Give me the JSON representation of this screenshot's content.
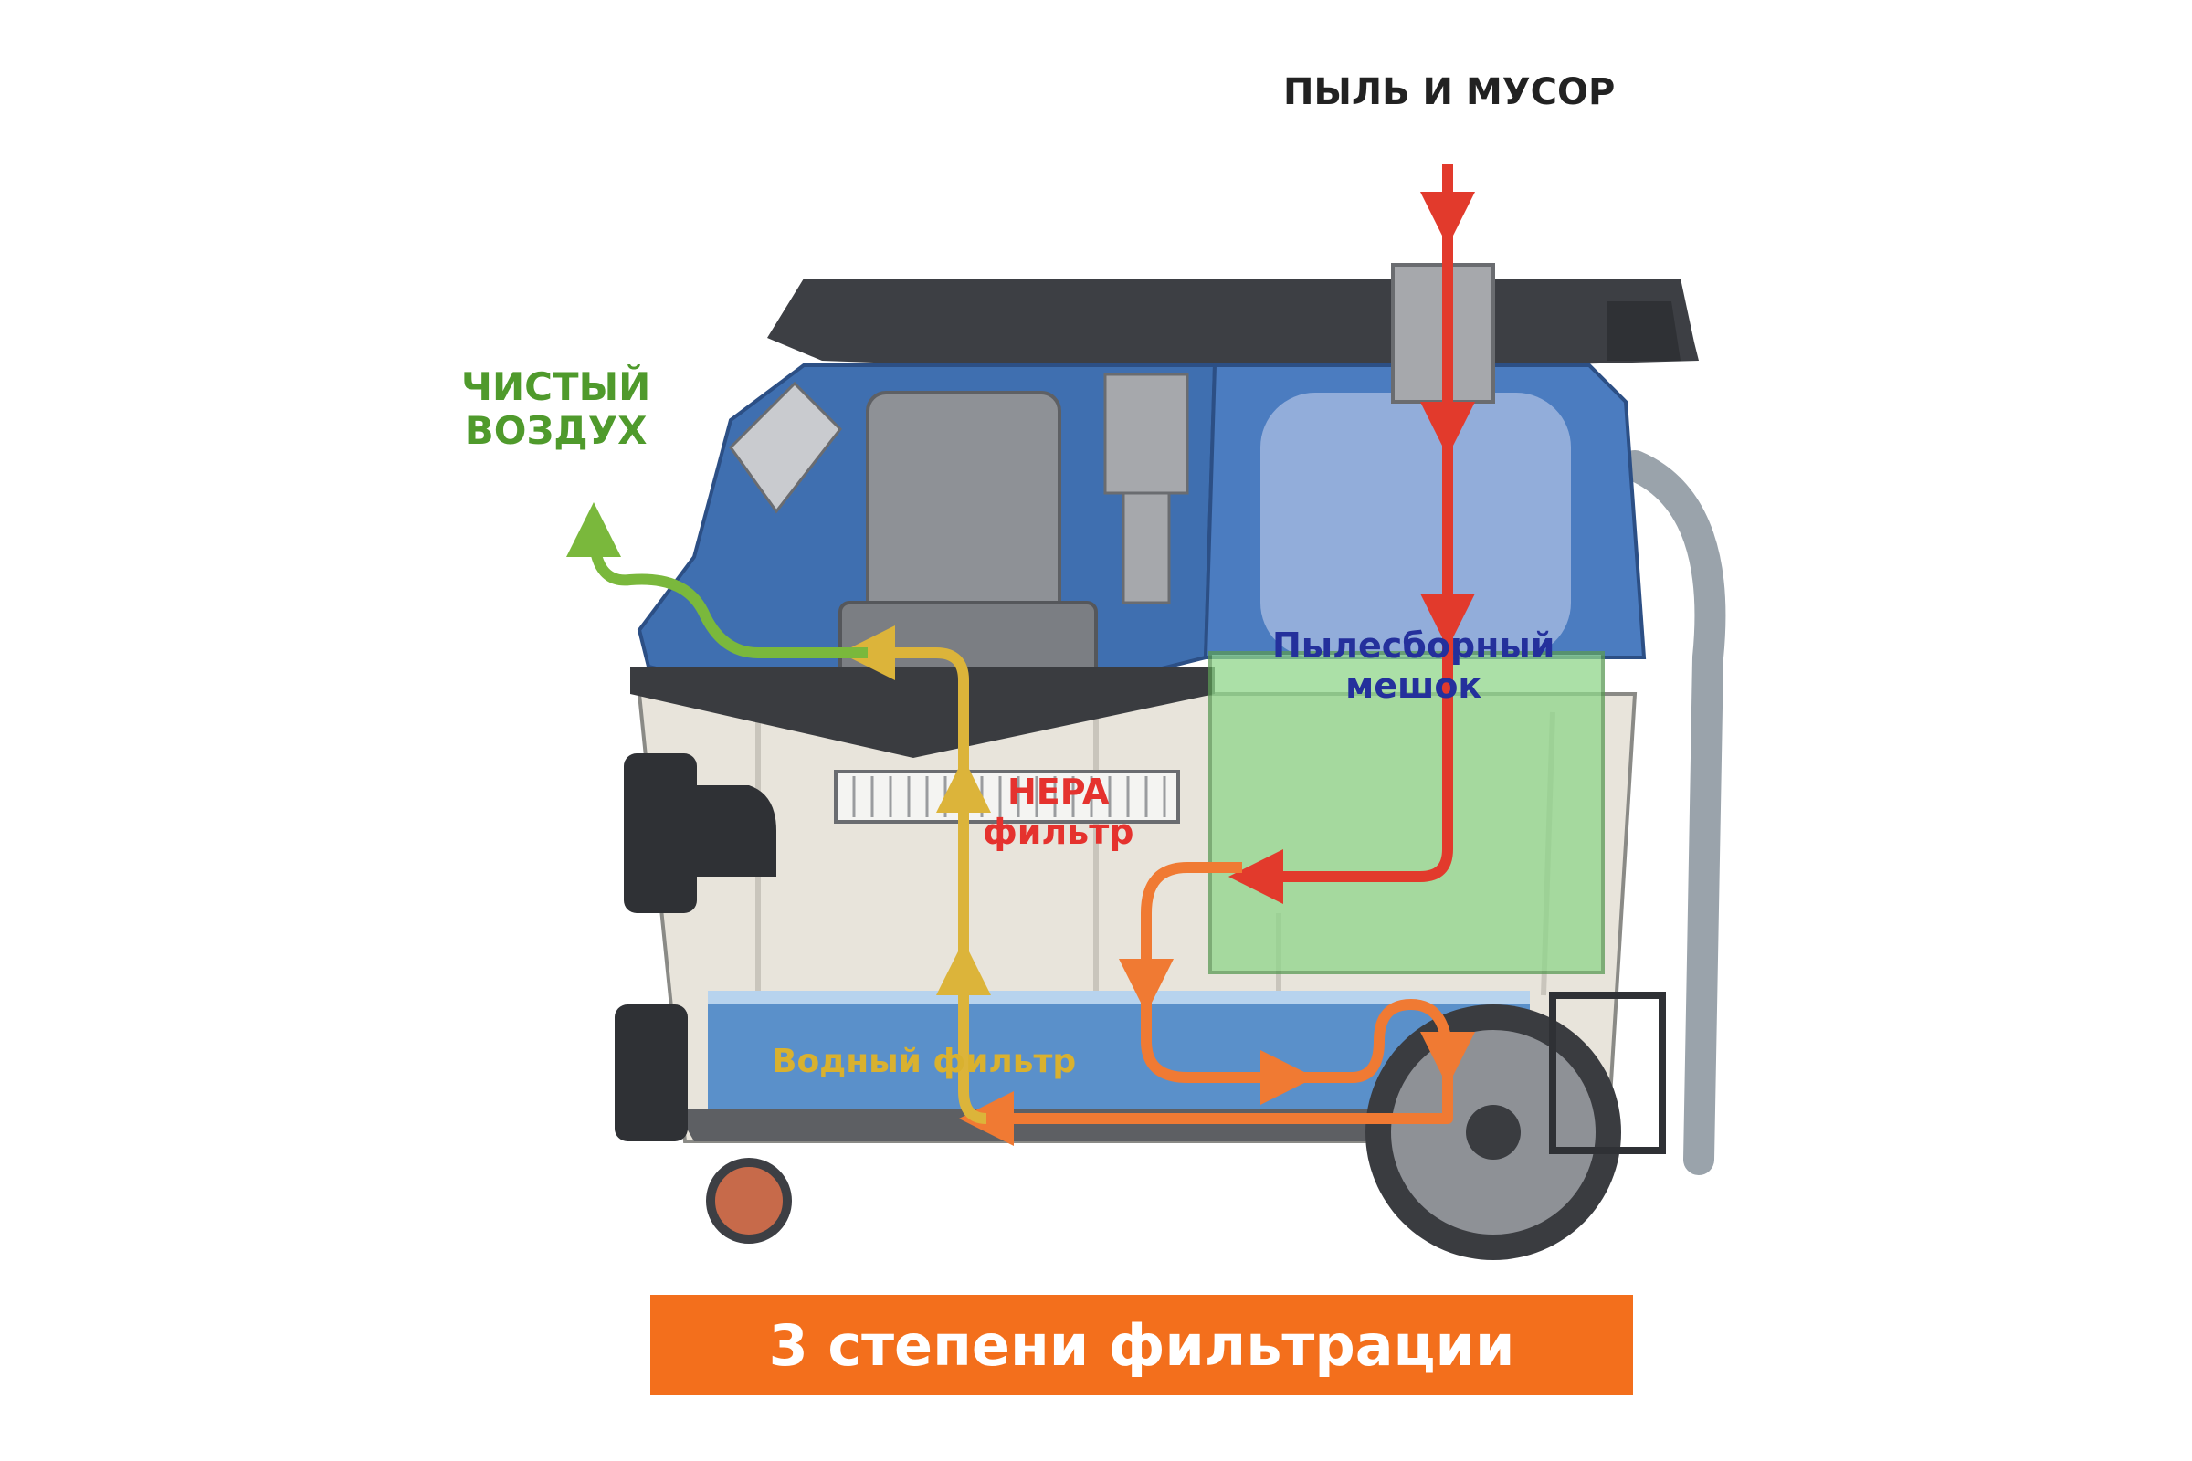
{
  "labels": {
    "dust_input": "ПЫЛЬ И МУСОР",
    "clean_air_line1": "ЧИСТЫЙ",
    "clean_air_line2": "ВОЗДУХ",
    "dust_bag_line1": "Пылесборный",
    "dust_bag_line2": "мешок",
    "hepa_line1": "HEPA",
    "hepa_line2": "фильтр",
    "water_filter": "Водный фильтр"
  },
  "banner": {
    "text": "3 степени фильтрации"
  },
  "colors": {
    "dust_flow": "#e23a2c",
    "dust_to_water_flow": "#f07a33",
    "filtered_flow": "#dcb43a",
    "clean_air_flow": "#7ab83c",
    "housing_blue": "#3f6fb0",
    "dust_bag_fill": "#8fd68a",
    "water_fill": "#4a86c8",
    "banner_bg": "#f36f1c"
  }
}
